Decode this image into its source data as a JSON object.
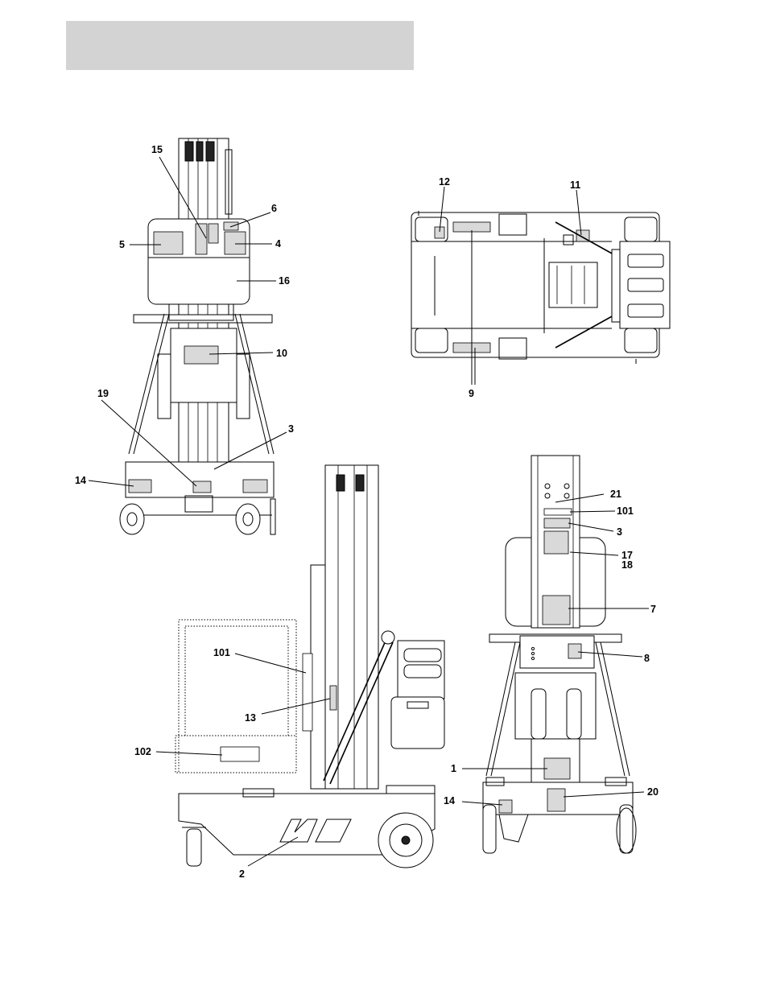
{
  "header": {
    "text": ""
  },
  "callouts": {
    "front_view": {
      "c15": "15",
      "c6": "6",
      "c5": "5",
      "c4": "4",
      "c16": "16",
      "c10": "10",
      "c19": "19",
      "c3": "3",
      "c14": "14"
    },
    "top_view": {
      "c12": "12",
      "c11": "11",
      "c9": "9"
    },
    "side_view": {
      "c101": "101",
      "c13": "13",
      "c102": "102",
      "c2": "2"
    },
    "rear_view": {
      "c21": "21",
      "c101": "101",
      "c3": "3",
      "c17": "17",
      "c18": "18",
      "c7": "7",
      "c8": "8",
      "c1": "1",
      "c14": "14",
      "c20": "20"
    }
  }
}
